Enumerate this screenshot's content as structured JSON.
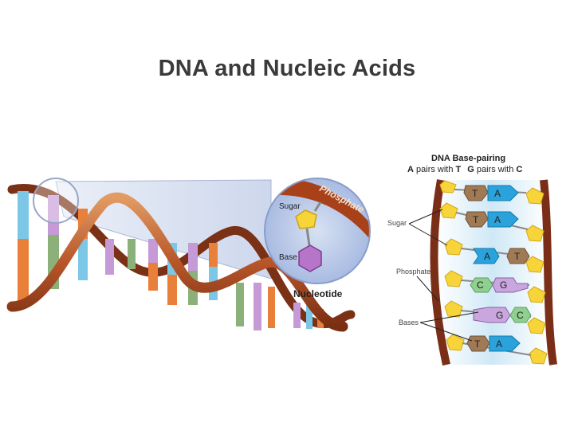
{
  "slide": {
    "title": "DNA and Nucleic Acids"
  },
  "helix_illustration": {
    "nucleotide_label": "Nucleotide",
    "phosphate_label": "Phosphate",
    "sugar_label": "Sugar",
    "base_label": "Base"
  },
  "base_pairing_panel": {
    "heading": "DNA Base-pairing",
    "rule": {
      "a": "A",
      "a_text": " pairs with ",
      "t": "T",
      "g": "G",
      "g_text": " pairs with ",
      "c": "C"
    },
    "side_labels": {
      "sugar": "Sugar",
      "phosphate": "Phosphate",
      "bases": "Bases"
    },
    "pairs": [
      {
        "left": "T",
        "right": "A"
      },
      {
        "left": "T",
        "right": "A"
      },
      {
        "left": "A",
        "right": "T"
      },
      {
        "left": "C",
        "right": "G"
      },
      {
        "left": "G",
        "right": "C"
      },
      {
        "left": "T",
        "right": "A"
      }
    ]
  },
  "colors": {
    "backbone": "#8b3a1c",
    "sugar": "#f7d43a",
    "adenine": "#2aa2dc",
    "thymine": "#a07a55",
    "cytosine": "#8fcf8f",
    "guanine": "#c9a6dd",
    "nucleotide_bg": "#b8c8e8",
    "base_hexagon": "#b675c9"
  }
}
